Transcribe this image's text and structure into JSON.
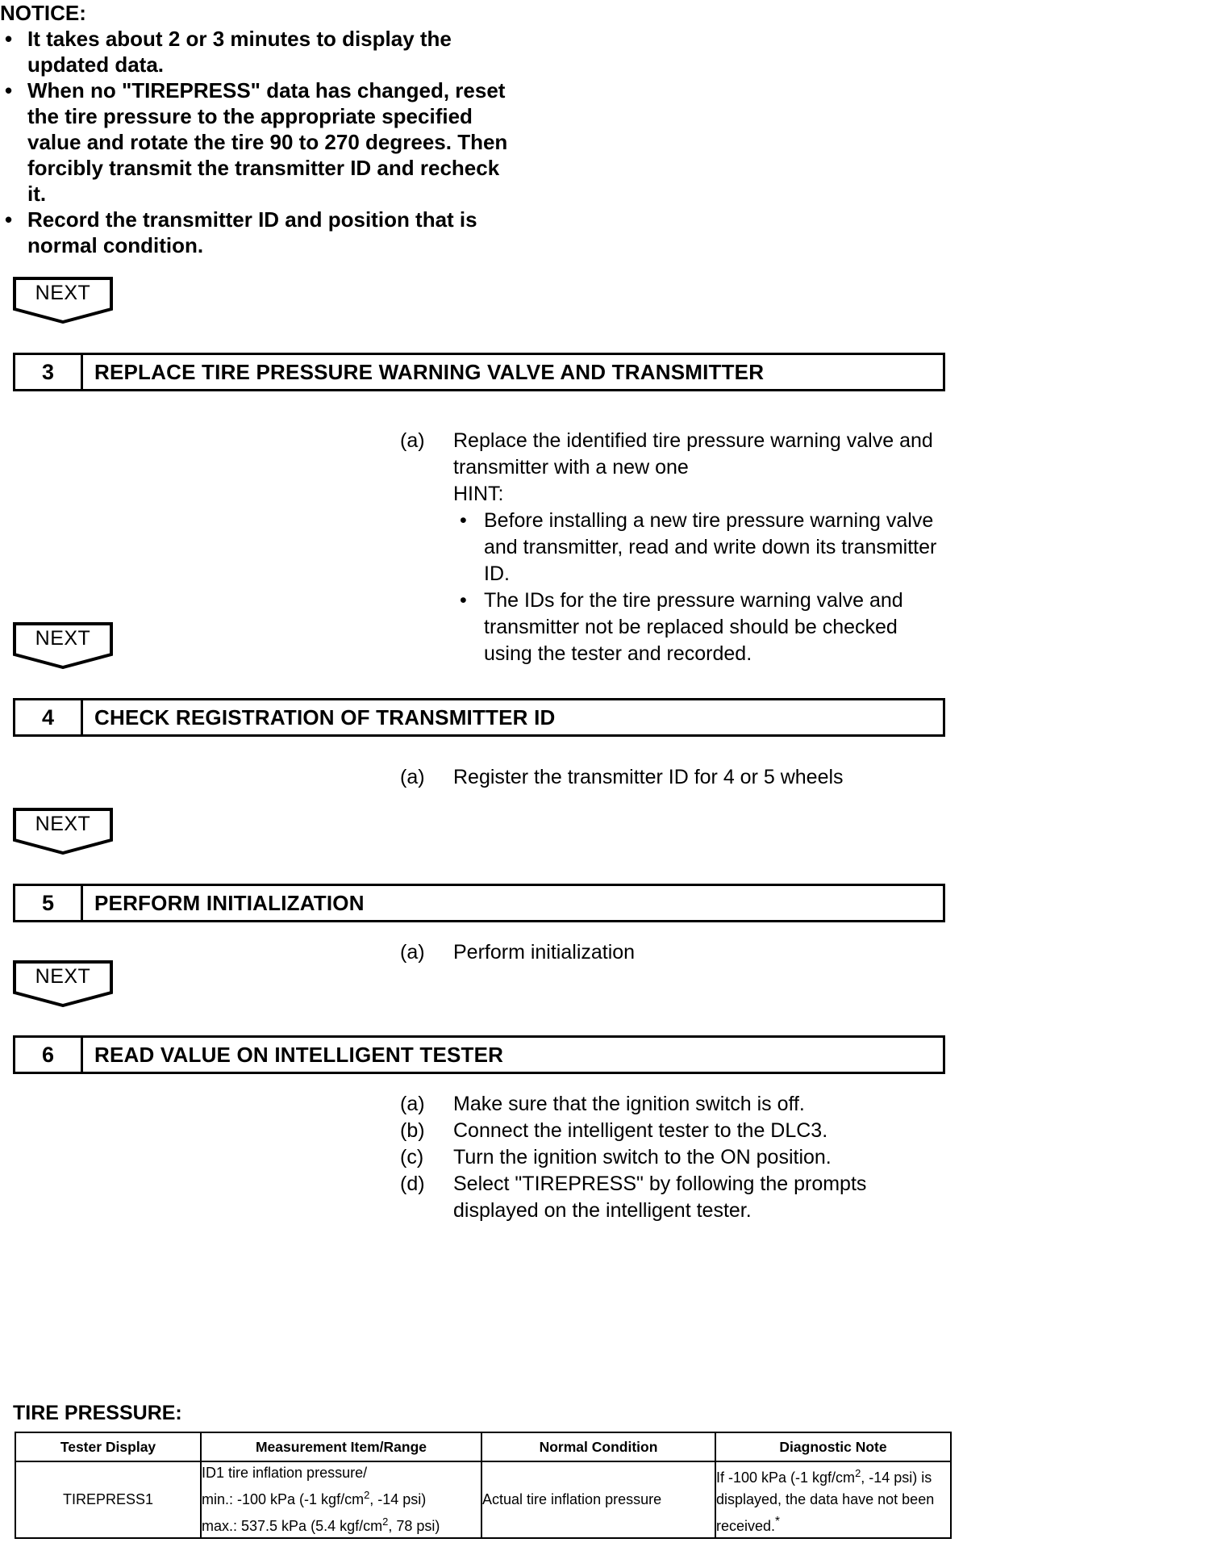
{
  "notice": {
    "title": "NOTICE:",
    "items": [
      "It takes about 2 or 3 minutes to display the updated data.",
      "When no \"TIREPRESS\" data has changed, reset the tire pressure to the appropriate specified value and rotate the tire 90 to 270 degrees. Then forcibly transmit the transmitter ID and recheck it.",
      "Record the transmitter ID and position that is normal condition."
    ]
  },
  "next_label": "NEXT",
  "bullet_glyph": "•",
  "steps": [
    {
      "number": "3",
      "title": "REPLACE TIRE PRESSURE WARNING VALVE AND TRANSMITTER",
      "items": [
        {
          "mark": "(a)",
          "text": "Replace the identified tire pressure warning valve and transmitter with a new one"
        }
      ],
      "hint_label": "HINT:",
      "hint_items": [
        "Before installing a new tire pressure warning valve and transmitter, read and write down its transmitter ID.",
        "The IDs for the tire pressure warning valve and transmitter not be replaced should be checked using the tester and recorded."
      ]
    },
    {
      "number": "4",
      "title": "CHECK REGISTRATION OF TRANSMITTER ID",
      "items": [
        {
          "mark": "(a)",
          "text": "Register the transmitter ID for 4 or 5 wheels"
        }
      ]
    },
    {
      "number": "5",
      "title": "PERFORM INITIALIZATION",
      "items": [
        {
          "mark": "(a)",
          "text": "Perform initialization"
        }
      ]
    },
    {
      "number": "6",
      "title": "READ VALUE ON INTELLIGENT TESTER",
      "items": [
        {
          "mark": "(a)",
          "text": "Make sure that the ignition switch is off."
        },
        {
          "mark": "(b)",
          "text": "Connect the intelligent tester to the DLC3."
        },
        {
          "mark": "(c)",
          "text": "Turn the ignition switch to the ON position."
        },
        {
          "mark": "(d)",
          "text": "Select \"TIREPRESS\" by following the prompts displayed on the intelligent tester."
        }
      ]
    }
  ],
  "table": {
    "caption": "TIRE PRESSURE:",
    "headers": [
      "Tester Display",
      "Measurement Item/Range",
      "Normal Condition",
      "Diagnostic Note"
    ],
    "rows": [
      {
        "tester_display": "TIREPRESS1",
        "measurement": {
          "line1": "ID1 tire inflation pressure/",
          "line2_pre": "min.: -100 kPa (-1 kgf/cm",
          "line2_sup": "2",
          "line2_post": ", -14 psi)",
          "line3_pre": "max.: 537.5 kPa (5.4 kgf/cm",
          "line3_sup": "2",
          "line3_post": ", 78 psi)"
        },
        "normal_condition": "Actual tire inflation pressure",
        "diagnostic_note": {
          "pre": "If -100 kPa (-1 kgf/cm",
          "sup": "2",
          "mid": ", -14 psi) is displayed, the data have not been received.",
          "star": "*"
        }
      }
    ]
  }
}
